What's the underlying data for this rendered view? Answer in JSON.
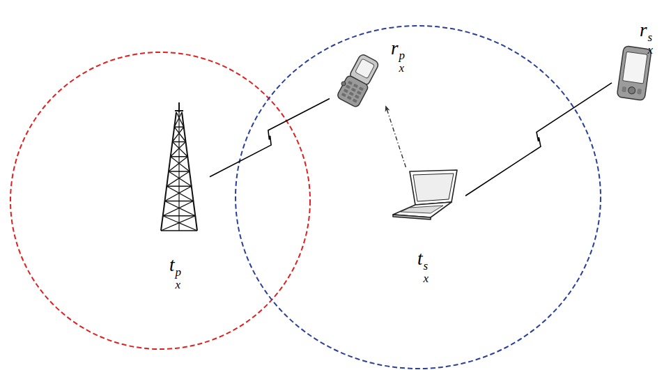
{
  "diagram": {
    "nodes": [
      {
        "text": [
          "txp"
        ]
      },
      {
        "text": [
          "rxp"
        ]
      },
      {
        "text": [
          "txs"
        ]
      },
      {
        "text": [
          "rxs"
        ]
      }
    ],
    "edges": [
      {
        "from": 0,
        "to": 1,
        "arrow": "none"
      },
      {
        "from": 2,
        "to": 3,
        "arrow": "none"
      },
      {
        "from": 2,
        "to": 1,
        "arrow": "to"
      }
    ]
  }
}
